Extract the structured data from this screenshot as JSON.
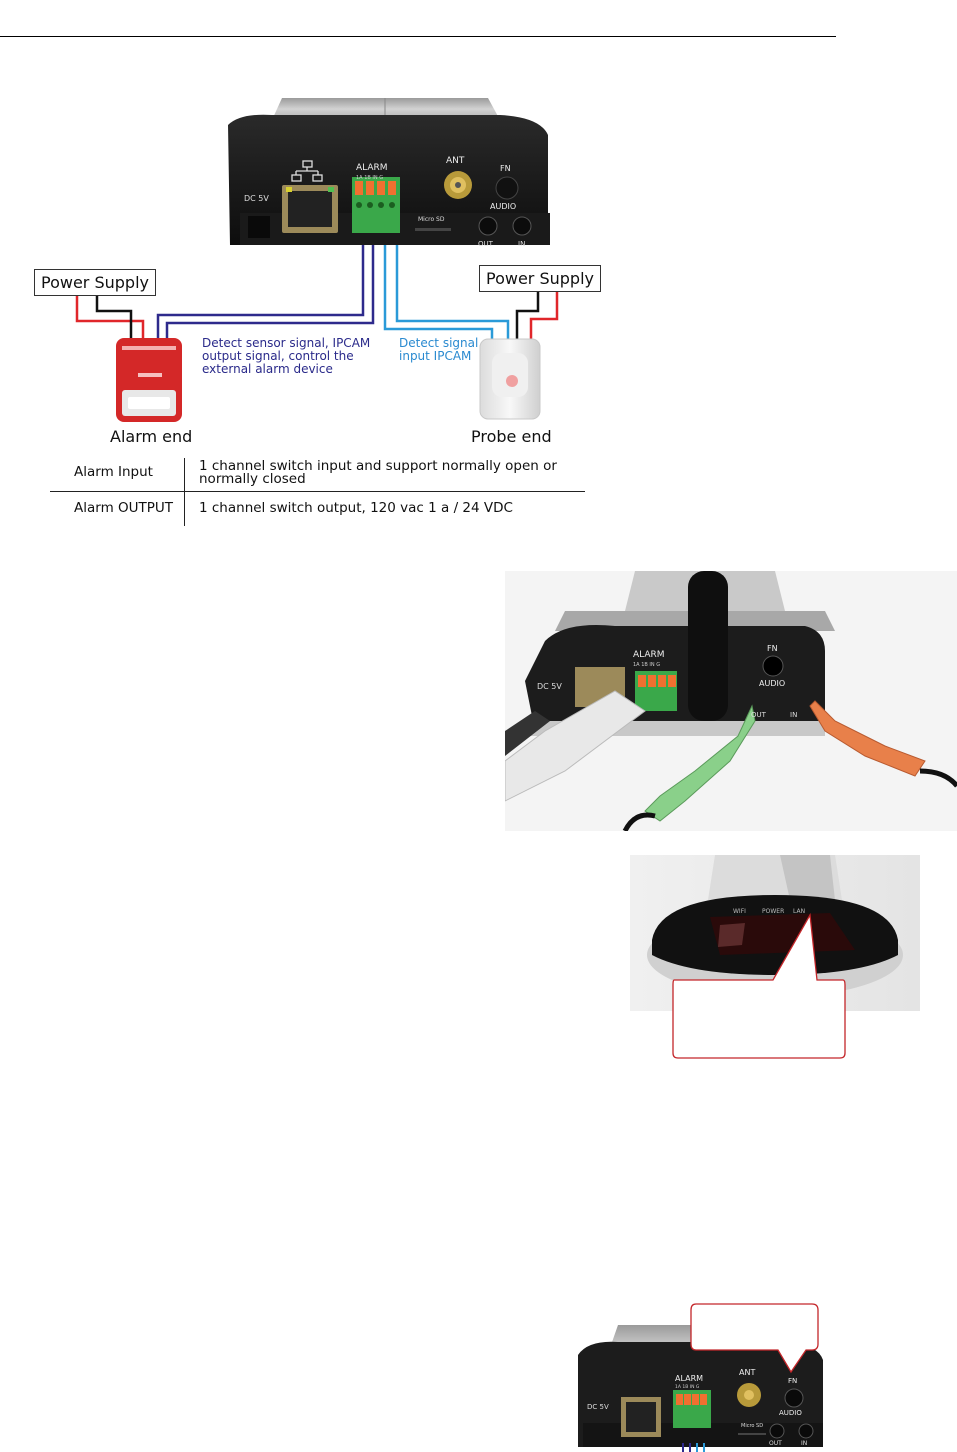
{
  "diagram": {
    "camera_labels": {
      "dc": "DC 5V",
      "alarm": "ALARM",
      "alarm_pins": "1A 1B IN G",
      "ant": "ANT",
      "fn": "FN",
      "audio": "AUDIO",
      "microsd": "Micro SD",
      "out": "OUT",
      "in": "IN"
    },
    "power_supply_left": "Power Supply",
    "power_supply_right": "Power Supply",
    "note_alarm": [
      "Detect sensor signal, IPCAM",
      "output signal, control the",
      "external alarm device"
    ],
    "note_probe": [
      "Detect signal",
      "input IPCAM"
    ],
    "alarm_end": "Alarm end",
    "probe_end": "Probe end",
    "colors": {
      "red": "#e0262a",
      "black": "#111111",
      "navy": "#2e2a8c",
      "light_blue": "#2a9ad8"
    }
  },
  "spec_table": {
    "rows": [
      {
        "label": "Alarm Input",
        "value": [
          "1 channel switch input and support normally open or",
          "normally closed"
        ]
      },
      {
        "label": "Alarm OUTPUT",
        "value": [
          "1 channel switch output, 120 vac 1 a / 24 VDC"
        ]
      }
    ]
  },
  "photo_audio": {
    "labels": {
      "dc": "DC 5V",
      "alarm": "ALARM",
      "alarm_pins": "1A 1B IN G",
      "fn": "FN",
      "audio": "AUDIO",
      "out": "OUT",
      "in": "IN"
    }
  },
  "photo_base": {
    "labels": [
      "WIFI",
      "POWER",
      "LAN"
    ]
  },
  "photo_bottom": {
    "labels": {
      "dc": "DC 5V",
      "alarm": "ALARM",
      "alarm_pins": "1A 1B IN G",
      "ant": "ANT",
      "fn": "FN",
      "audio": "AUDIO",
      "microsd": "Micro SD",
      "out": "OUT",
      "in": "IN"
    }
  }
}
